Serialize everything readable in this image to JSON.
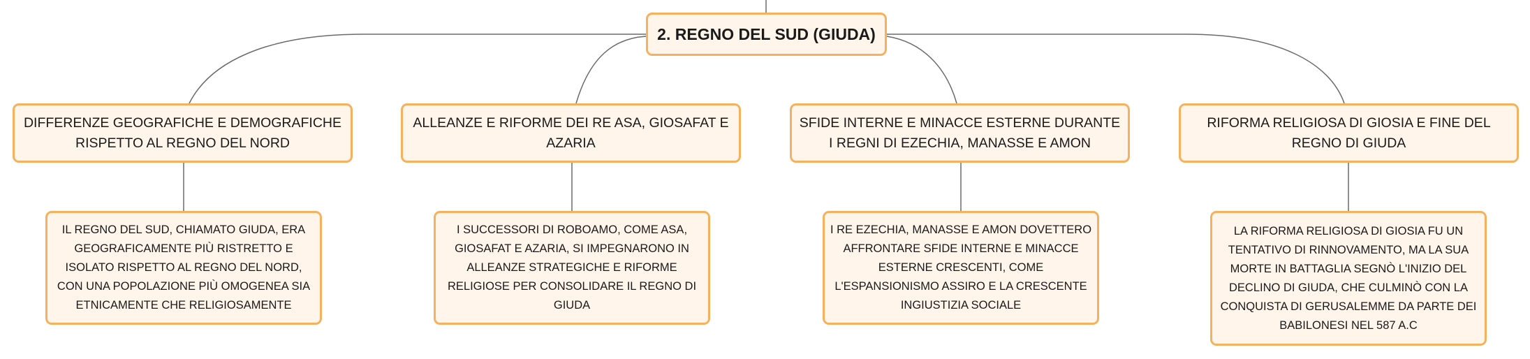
{
  "root": {
    "label": "2. REGNO DEL SUD (GIUDA)"
  },
  "branches": [
    {
      "title": "DIFFERENZE GEOGRAFICHE E DEMOGRAFICHE RISPETTO AL REGNO DEL NORD",
      "detail": "IL REGNO DEL SUD, CHIAMATO GIUDA, ERA GEOGRAFICAMENTE PIÙ RISTRETTO E ISOLATO RISPETTO AL REGNO DEL NORD, CON UNA POPOLAZIONE PIÙ OMOGENEA SIA ETNICAMENTE CHE RELIGIOSAMENTE"
    },
    {
      "title": "ALLEANZE E RIFORME DEI RE ASA, GIOSAFAT E AZARIA",
      "detail": "I SUCCESSORI DI ROBOAMO, COME ASA, GIOSAFAT E AZARIA, SI IMPEGNARONO IN ALLEANZE STRATEGICHE E RIFORME RELIGIOSE PER CONSOLIDARE IL REGNO DI GIUDA"
    },
    {
      "title": "SFIDE INTERNE E MINACCE ESTERNE DURANTE I REGNI DI EZECHIA, MANASSE E AMON",
      "detail": "I RE EZECHIA, MANASSE E AMON DOVETTERO AFFRONTARE SFIDE INTERNE E MINACCE ESTERNE CRESCENTI, COME L'ESPANSIONISMO ASSIRO E LA CRESCENTE INGIUSTIZIA SOCIALE"
    },
    {
      "title": "RIFORMA RELIGIOSA DI GIOSIA E FINE DEL REGNO DI GIUDA",
      "detail": "LA RIFORMA RELIGIOSA DI GIOSIA FU UN TENTATIVO DI RINNOVAMENTO, MA LA SUA MORTE IN BATTAGLIA SEGNÒ L'INIZIO DEL DECLINO DI GIUDA, CHE CULMINÒ CON LA CONQUISTA DI GERUSALEMME DA PARTE DEI BABILONESI NEL 587 A.C"
    }
  ],
  "colors": {
    "node_border": "#f5b15d",
    "node_fill": "#fff5ea",
    "connector": "#6a6a6a",
    "text": "#1a1a1a"
  }
}
